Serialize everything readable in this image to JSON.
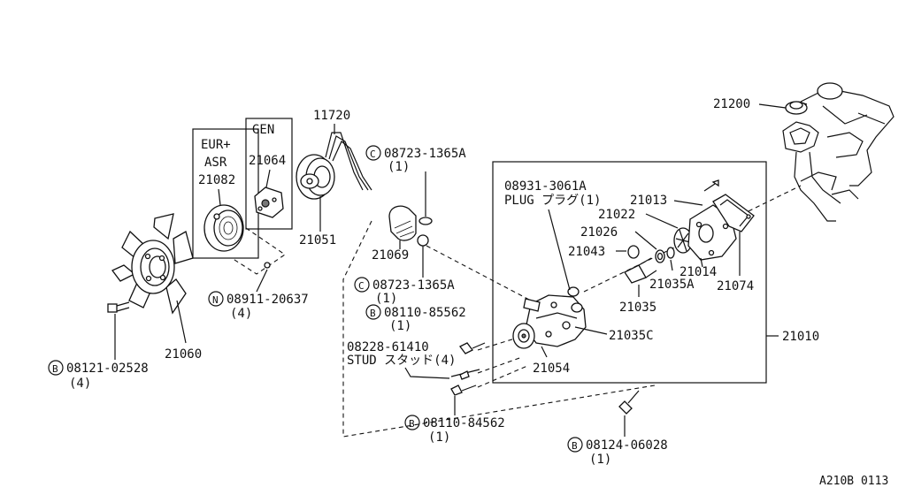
{
  "callouts": {
    "p21200": "21200",
    "p11720": "11720",
    "gen": "GEN",
    "eur": "EUR+",
    "asr": "ASR",
    "p21064": "21064",
    "p21082": "21082",
    "p21051": "21051",
    "c1_part": "08723-1365A",
    "c1_qty": "(1)",
    "c1_prefix": "C",
    "p21069": "21069",
    "c2_part": "08723-1365A",
    "c2_qty": "(1)",
    "c2_prefix": "C",
    "n_part": "08911-20637",
    "n_qty": "(4)",
    "n_prefix": "N",
    "b1_part": "08110-85562",
    "b1_qty": "(1)",
    "b1_prefix": "B",
    "stud_part": "08228-61410",
    "stud_label": "STUD スタッド(4)",
    "b2_part": "08121-02528",
    "b2_qty": "(4)",
    "b2_prefix": "B",
    "p21060": "21060",
    "b3_part": "08110-84562",
    "b3_qty": "(1)",
    "b3_prefix": "B",
    "b4_part": "08124-06028",
    "b4_qty": "(1)",
    "b4_prefix": "B",
    "plug_part": "08931-3061A",
    "plug_label": "PLUG プラグ(1)",
    "p21013": "21013",
    "p21022": "21022",
    "p21026": "21026",
    "p21043": "21043",
    "p21014": "21014",
    "p21035A": "21035A",
    "p21074": "21074",
    "p21035": "21035",
    "p21035C": "21035C",
    "p21054": "21054",
    "p21010": "21010"
  },
  "footer": {
    "code": "A210B 0113"
  }
}
